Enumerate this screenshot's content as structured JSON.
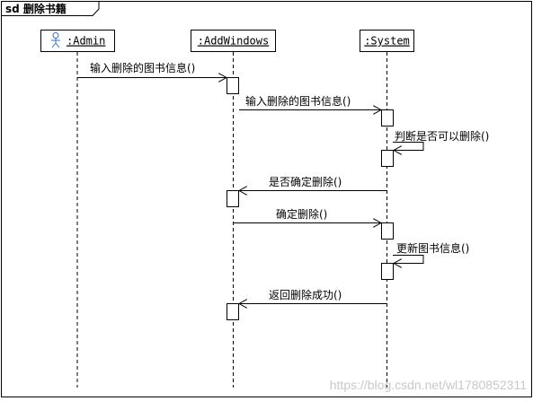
{
  "frame": {
    "label": "sd 删除书籍"
  },
  "lifelines": [
    {
      "id": "admin",
      "label": ":Admin",
      "actor": true
    },
    {
      "id": "addwindows",
      "label": ":AddWindows",
      "actor": false
    },
    {
      "id": "system",
      "label": ":System",
      "actor": false
    }
  ],
  "messages": [
    {
      "from": "admin",
      "to": "addwindows",
      "label": "输入删除的图书信息()"
    },
    {
      "from": "addwindows",
      "to": "system",
      "label": "输入删除的图书信息()"
    },
    {
      "from": "system",
      "to": "system",
      "label": "判断是否可以删除()"
    },
    {
      "from": "system",
      "to": "addwindows",
      "label": "是否确定删除()"
    },
    {
      "from": "addwindows",
      "to": "system",
      "label": "确定删除()"
    },
    {
      "from": "system",
      "to": "system",
      "label": "更新图书信息()"
    },
    {
      "from": "system",
      "to": "addwindows",
      "label": "返回删除成功()"
    }
  ],
  "watermark": "https://blog.csdn.net/wl1780852311",
  "colors": {
    "line": "#000000",
    "actor_icon": "#3a6fc4",
    "watermark": "#c8c8c8"
  }
}
